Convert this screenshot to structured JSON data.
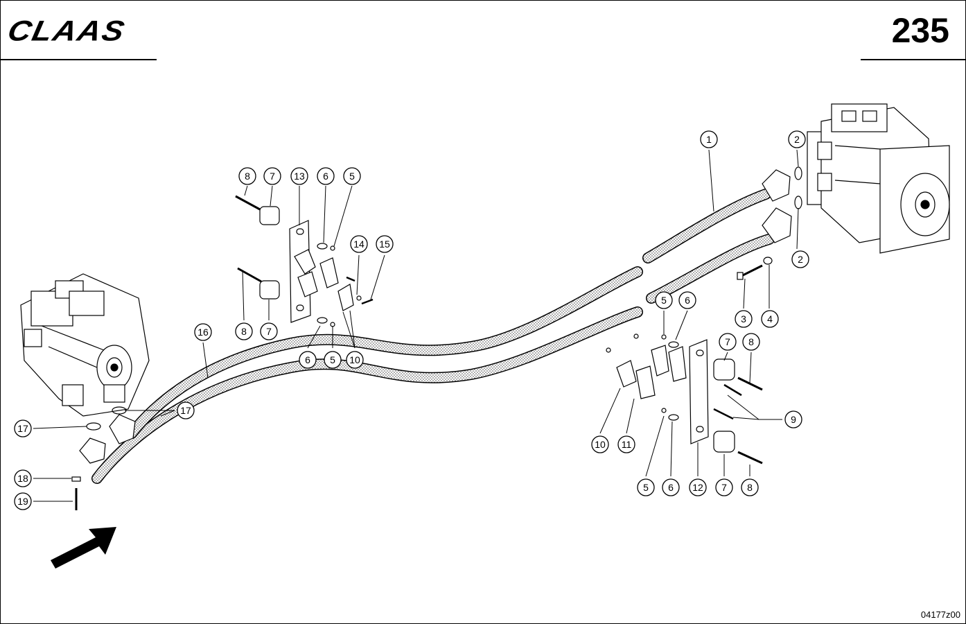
{
  "header": {
    "brand": "CLAAS",
    "page_number": "235"
  },
  "footer": {
    "drawing_code": "04177z00"
  },
  "callouts": [
    {
      "label": "1"
    },
    {
      "label": "2"
    },
    {
      "label": "2"
    },
    {
      "label": "3"
    },
    {
      "label": "4"
    },
    {
      "label": "5"
    },
    {
      "label": "5"
    },
    {
      "label": "5"
    },
    {
      "label": "5"
    },
    {
      "label": "6"
    },
    {
      "label": "6"
    },
    {
      "label": "6"
    },
    {
      "label": "6"
    },
    {
      "label": "7"
    },
    {
      "label": "7"
    },
    {
      "label": "7"
    },
    {
      "label": "7"
    },
    {
      "label": "8"
    },
    {
      "label": "8"
    },
    {
      "label": "8"
    },
    {
      "label": "8"
    },
    {
      "label": "9"
    },
    {
      "label": "10"
    },
    {
      "label": "10"
    },
    {
      "label": "11"
    },
    {
      "label": "12"
    },
    {
      "label": "13"
    },
    {
      "label": "14"
    },
    {
      "label": "15"
    },
    {
      "label": "16"
    },
    {
      "label": "17"
    },
    {
      "label": "17"
    },
    {
      "label": "18"
    },
    {
      "label": "19"
    }
  ]
}
